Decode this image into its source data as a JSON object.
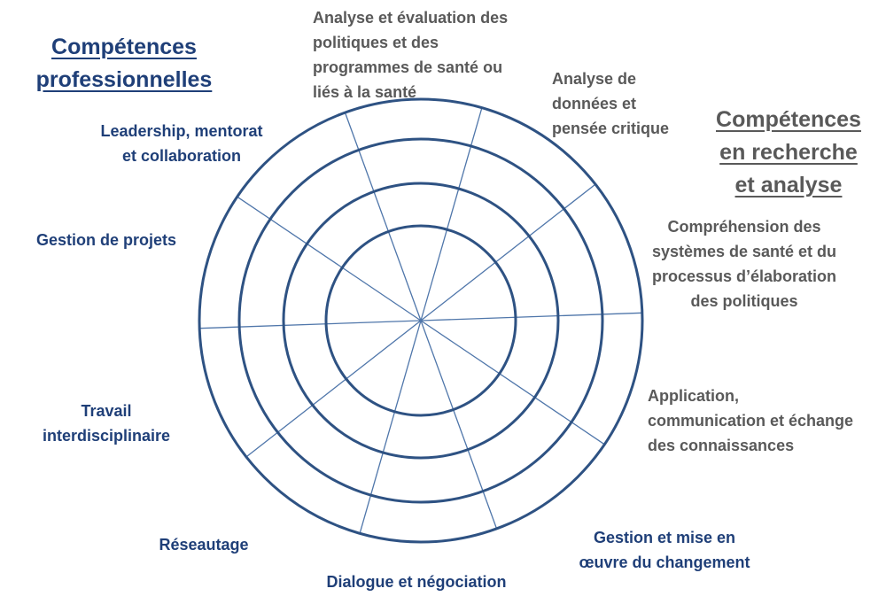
{
  "colors": {
    "professional": "#1f3f78",
    "research": "#595959",
    "ring": "#2e5283",
    "spoke": "#4f76aa"
  },
  "headings": {
    "professional": "Compétences\nprofessionnelles",
    "research": "Compétences\nen recherche\net analyse"
  },
  "competencies": {
    "policy_analysis": "Analyse et évaluation des\npolitiques et des\nprogrammes de santé ou\nliés à la santé",
    "data_analysis": "Analyse de\ndonnées et\npensée critique",
    "health_systems": "Compréhension des\nsystèmes de santé et du\nprocessus d’élaboration\ndes politiques",
    "knowledge_exchange": "Application,\ncommunication et échange\ndes connaissances",
    "change_management": "Gestion et mise en\nœuvre du changement",
    "dialogue": "Dialogue et négociation",
    "networking": "Réseautage",
    "interdisciplinary": "Travail\ninterdisciplinaire",
    "project_management": "Gestion de projets",
    "leadership": "Leadership, mentorat\net collaboration"
  },
  "wheel": {
    "rings": 4,
    "segments": 10
  }
}
